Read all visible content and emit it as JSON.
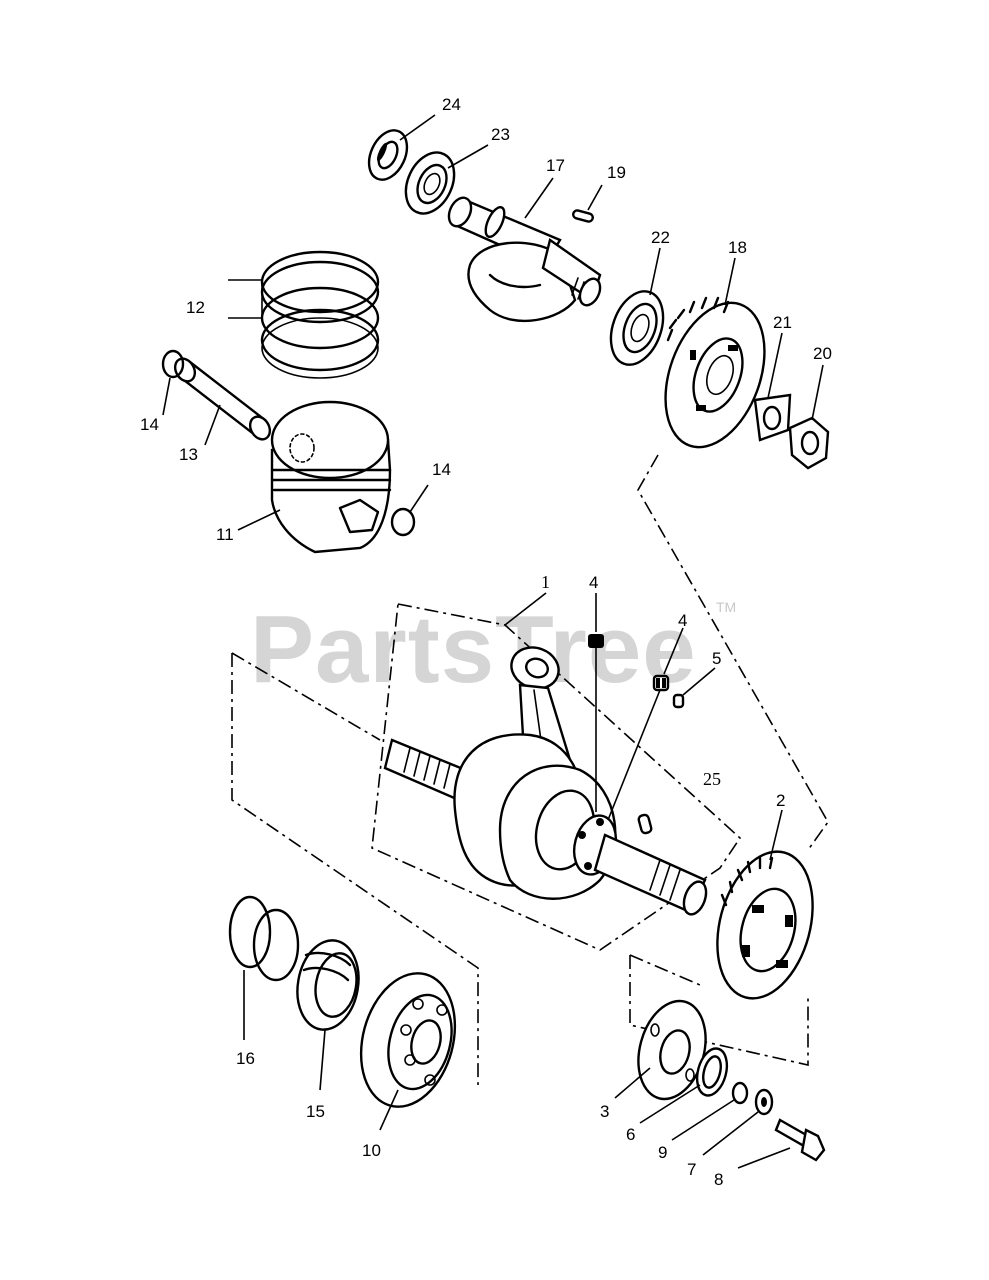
{
  "watermark": {
    "text": "PartsTree",
    "tm": "TM"
  },
  "callouts": {
    "c1": "1",
    "c2": "2",
    "c3": "3",
    "c4a": "4",
    "c4b": "4",
    "c5": "5",
    "c6": "6",
    "c7": "7",
    "c8": "8",
    "c9": "9",
    "c10": "10",
    "c11": "11",
    "c12": "12",
    "c13": "13",
    "c14a": "14",
    "c14b": "14",
    "c15": "15",
    "c16": "16",
    "c17": "17",
    "c18": "18",
    "c19": "19",
    "c20": "20",
    "c21": "21",
    "c22": "22",
    "c23": "23",
    "c24": "24",
    "c25": "25"
  }
}
